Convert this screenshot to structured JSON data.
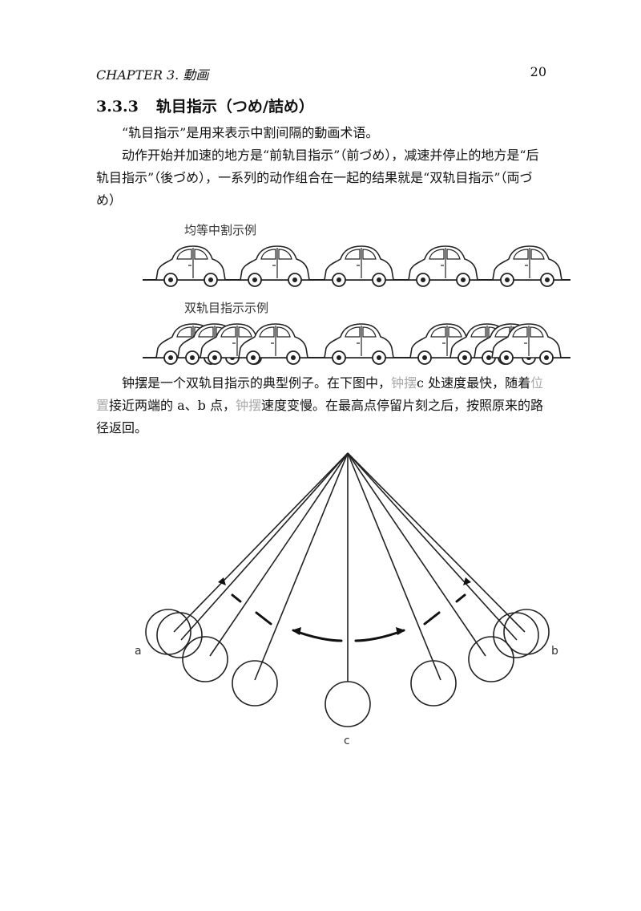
{
  "header": {
    "chapter": "CHAPTER 3.  動画",
    "page_number": "20"
  },
  "section": {
    "number": "3.3.3",
    "title": "轨目指示（つめ/詰め）"
  },
  "paragraphs": {
    "p1": "“轨目指示”是用来表示中割间隔的動画术语。",
    "p2": "动作开始并加速的地方是“前轨目指示”（前づめ），减速并停止的地方是“后轨目指示”（後づめ），一系列的动作组合在一起的结果就是“双轨目指示”（両づめ）",
    "p3_a": "钟摆是一个双轨目指示的典型例子。在下图中，",
    "p3_link1": "钟摆",
    "p3_b": "c 处速度最快，随着",
    "p3_link2": "位置",
    "p3_c": "接近两端的 a、b 点，",
    "p3_link3": "钟摆",
    "p3_d": "速度变慢。在最高点停留片刻之后，按照原来的路径返回。"
  },
  "figure_cars": {
    "label_even": "均等中割示例",
    "label_double": "双轨目指示示例"
  },
  "figure_pendulum": {
    "label_a": "a",
    "label_b": "b",
    "label_c": "c"
  }
}
